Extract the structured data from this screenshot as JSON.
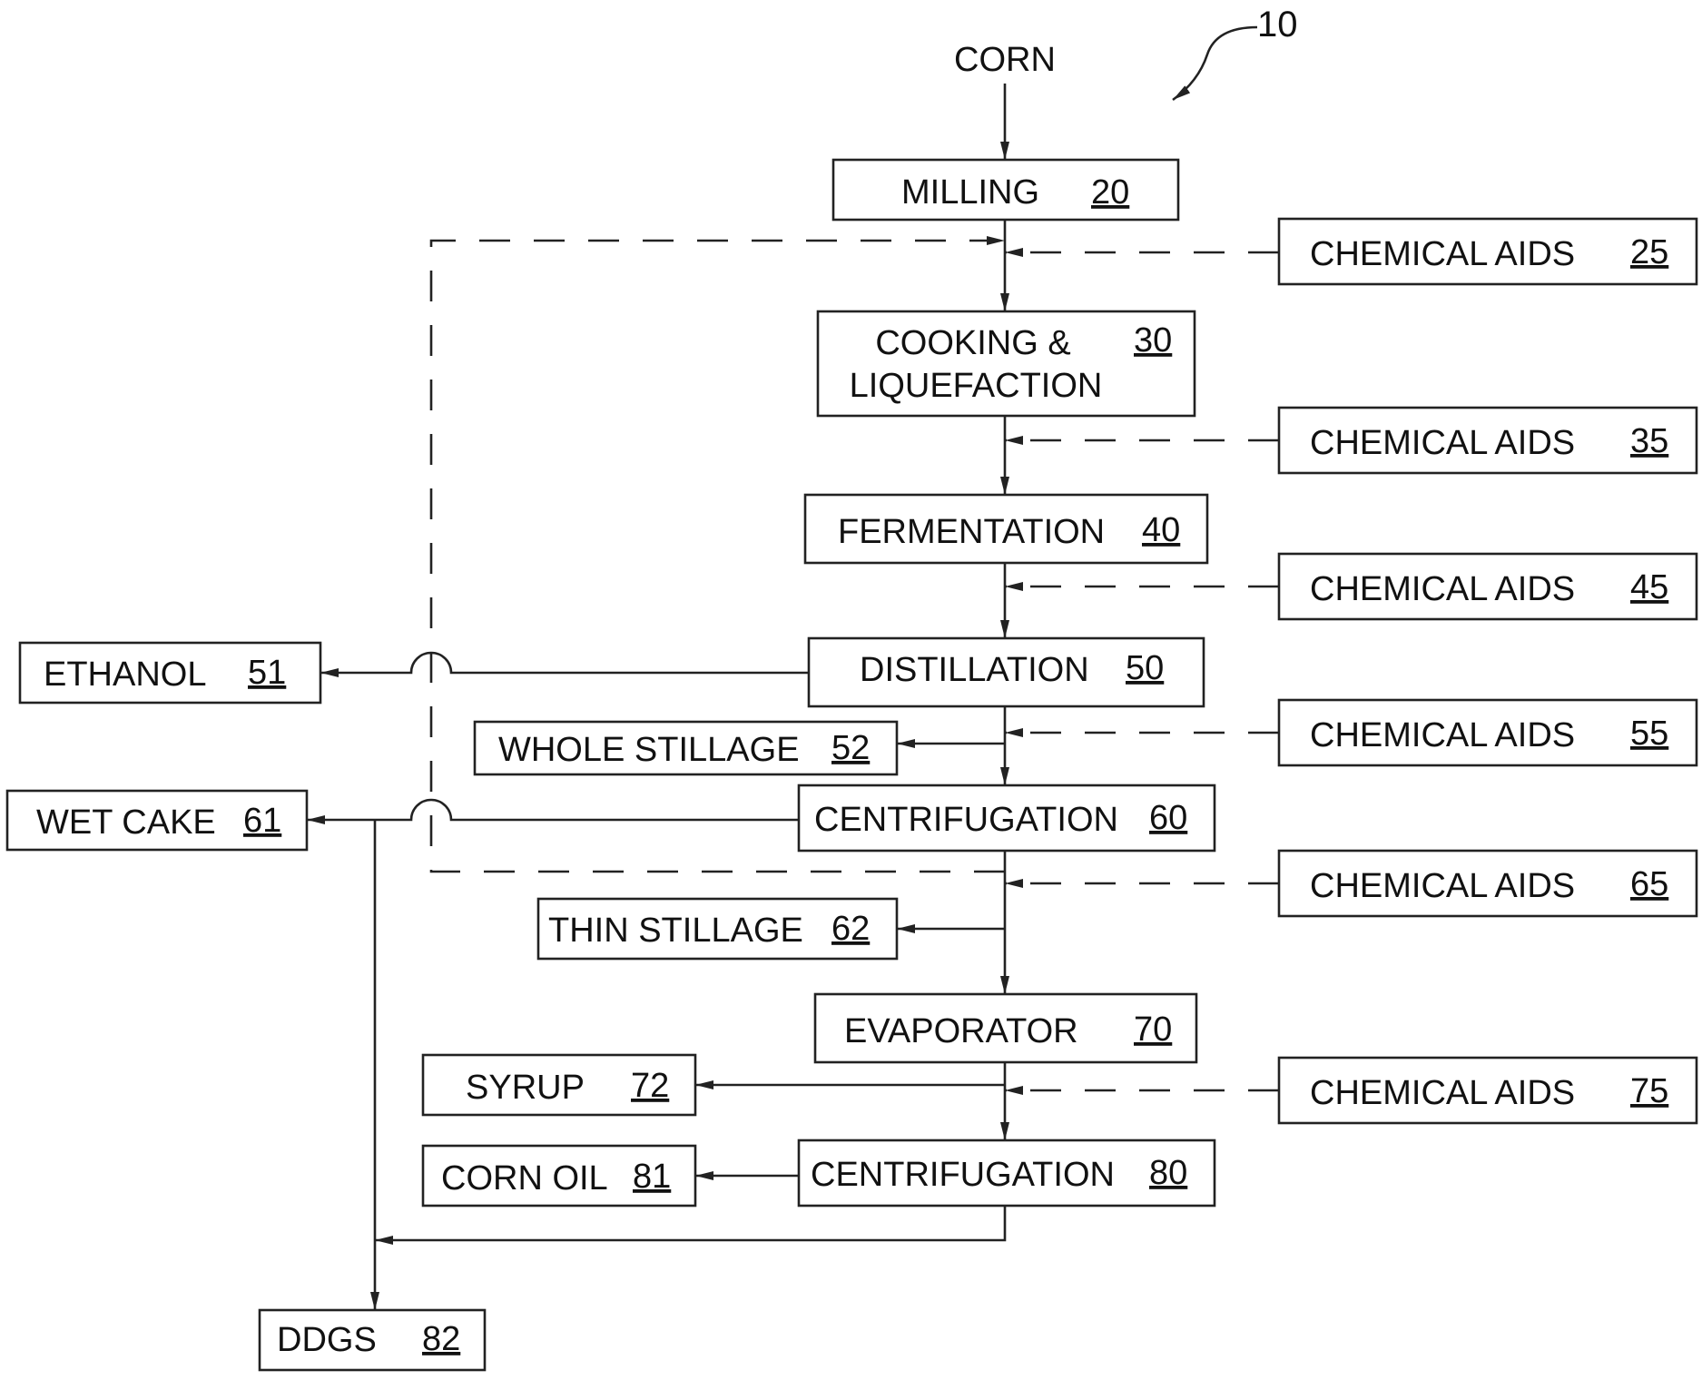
{
  "figure_ref": "10",
  "input_label": "CORN",
  "boxes": {
    "milling": {
      "label": "MILLING",
      "ref": "20"
    },
    "chem25": {
      "label": "CHEMICAL AIDS",
      "ref": "25"
    },
    "cooking": {
      "label_line1": "COOKING &",
      "label_line2": "LIQUEFACTION",
      "ref": "30"
    },
    "chem35": {
      "label": "CHEMICAL AIDS",
      "ref": "35"
    },
    "fermentation": {
      "label": "FERMENTATION",
      "ref": "40"
    },
    "chem45": {
      "label": "CHEMICAL AIDS",
      "ref": "45"
    },
    "ethanol": {
      "label": "ETHANOL",
      "ref": "51"
    },
    "distillation": {
      "label": "DISTILLATION",
      "ref": "50"
    },
    "whole_stillage": {
      "label": "WHOLE STILLAGE",
      "ref": "52"
    },
    "chem55": {
      "label": "CHEMICAL AIDS",
      "ref": "55"
    },
    "wet_cake": {
      "label": "WET CAKE",
      "ref": "61"
    },
    "centrifugation60": {
      "label": "CENTRIFUGATION",
      "ref": "60"
    },
    "chem65": {
      "label": "CHEMICAL AIDS",
      "ref": "65"
    },
    "thin_stillage": {
      "label": "THIN STILLAGE",
      "ref": "62"
    },
    "evaporator": {
      "label": "EVAPORATOR",
      "ref": "70"
    },
    "syrup": {
      "label": "SYRUP",
      "ref": "72"
    },
    "chem75": {
      "label": "CHEMICAL AIDS",
      "ref": "75"
    },
    "corn_oil": {
      "label": "CORN OIL",
      "ref": "81"
    },
    "centrifugation80": {
      "label": "CENTRIFUGATION",
      "ref": "80"
    },
    "ddgs": {
      "label": "DDGS",
      "ref": "82"
    }
  }
}
